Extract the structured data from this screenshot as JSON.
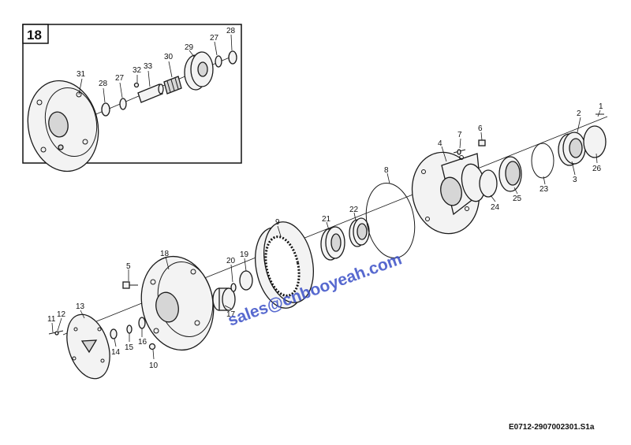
{
  "detail": {
    "number": "18"
  },
  "drawing_id": "E0712-2907002301.S1a",
  "watermark": "sales@cnbooyeah.com",
  "callouts": [
    {
      "id": "d31",
      "label": "31"
    },
    {
      "id": "d28a",
      "label": "28"
    },
    {
      "id": "d27a",
      "label": "27"
    },
    {
      "id": "d32",
      "label": "32"
    },
    {
      "id": "d33",
      "label": "33"
    },
    {
      "id": "d30",
      "label": "30"
    },
    {
      "id": "d29",
      "label": "29"
    },
    {
      "id": "d27b",
      "label": "27"
    },
    {
      "id": "d28b",
      "label": "28"
    },
    {
      "id": "c1",
      "label": "1"
    },
    {
      "id": "c2",
      "label": "2"
    },
    {
      "id": "c3",
      "label": "3"
    },
    {
      "id": "c26",
      "label": "26"
    },
    {
      "id": "c23",
      "label": "23"
    },
    {
      "id": "c25",
      "label": "25"
    },
    {
      "id": "c24",
      "label": "24"
    },
    {
      "id": "c4",
      "label": "4"
    },
    {
      "id": "c7",
      "label": "7"
    },
    {
      "id": "c6",
      "label": "6"
    },
    {
      "id": "c8",
      "label": "8"
    },
    {
      "id": "c22",
      "label": "22"
    },
    {
      "id": "c21",
      "label": "21"
    },
    {
      "id": "c9",
      "label": "9"
    },
    {
      "id": "c18",
      "label": "18"
    },
    {
      "id": "c20",
      "label": "20"
    },
    {
      "id": "c19",
      "label": "19"
    },
    {
      "id": "c17",
      "label": "17"
    },
    {
      "id": "c5",
      "label": "5"
    },
    {
      "id": "c11",
      "label": "11"
    },
    {
      "id": "c12",
      "label": "12"
    },
    {
      "id": "c13",
      "label": "13"
    },
    {
      "id": "c14",
      "label": "14"
    },
    {
      "id": "c15",
      "label": "15"
    },
    {
      "id": "c16",
      "label": "16"
    },
    {
      "id": "c10",
      "label": "10"
    }
  ]
}
